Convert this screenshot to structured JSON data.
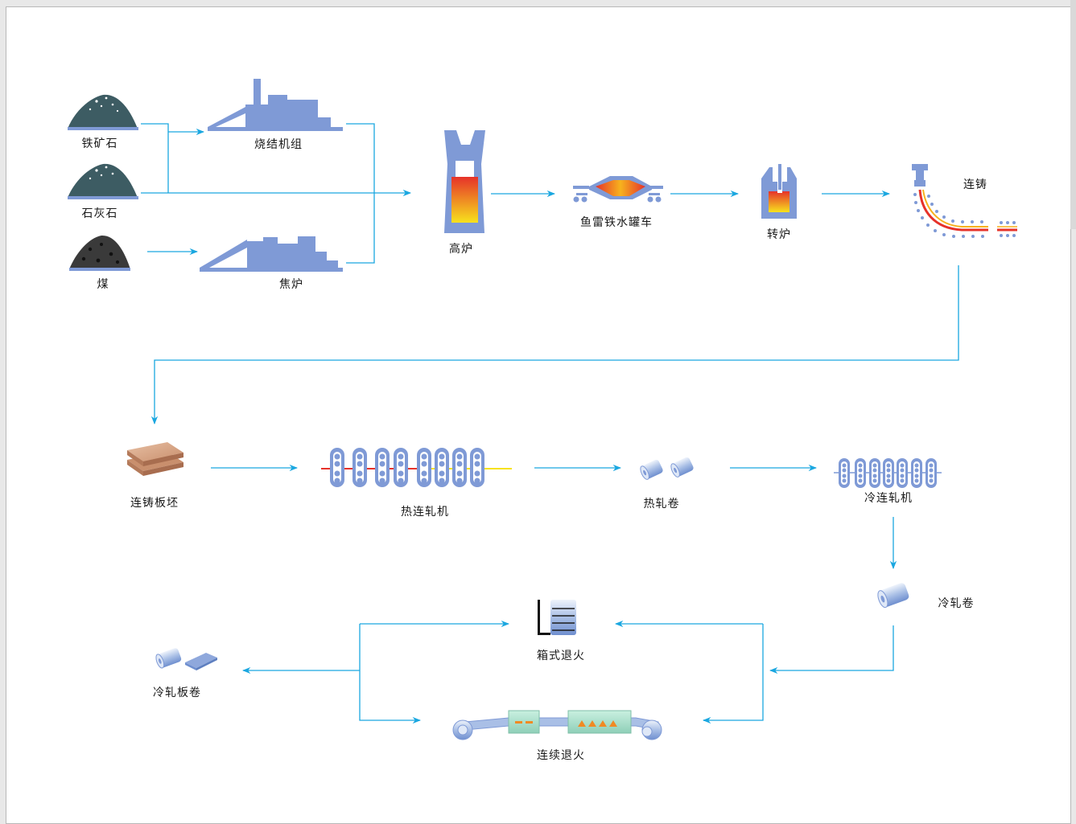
{
  "colors": {
    "arrow": "#1aa7e0",
    "equipment": "#7f9ad6",
    "ore_pile": "#3d5c63",
    "coal_pile": "#3a3a3a",
    "molten_hot": "#e6322a",
    "molten_warm": "#f7b21d",
    "slab": "#d9a98b",
    "furnace_box": "#a8e0cc"
  },
  "nodes": {
    "iron_ore": "铁矿石",
    "limestone": "石灰石",
    "coal": "煤",
    "sinter": "烧结机组",
    "coke_oven": "焦炉",
    "blast_furnace": "高炉",
    "torpedo_car": "鱼雷铁水罐车",
    "converter": "转炉",
    "caster": "连铸",
    "slab": "连铸板坯",
    "hot_mill": "热连轧机",
    "hot_coil": "热轧卷",
    "cold_mill": "冷连轧机",
    "cold_coil": "冷轧卷",
    "batch_anneal": "箱式退火",
    "continuous_anneal": "连续退火",
    "cold_sheet_coil": "冷轧板卷"
  }
}
